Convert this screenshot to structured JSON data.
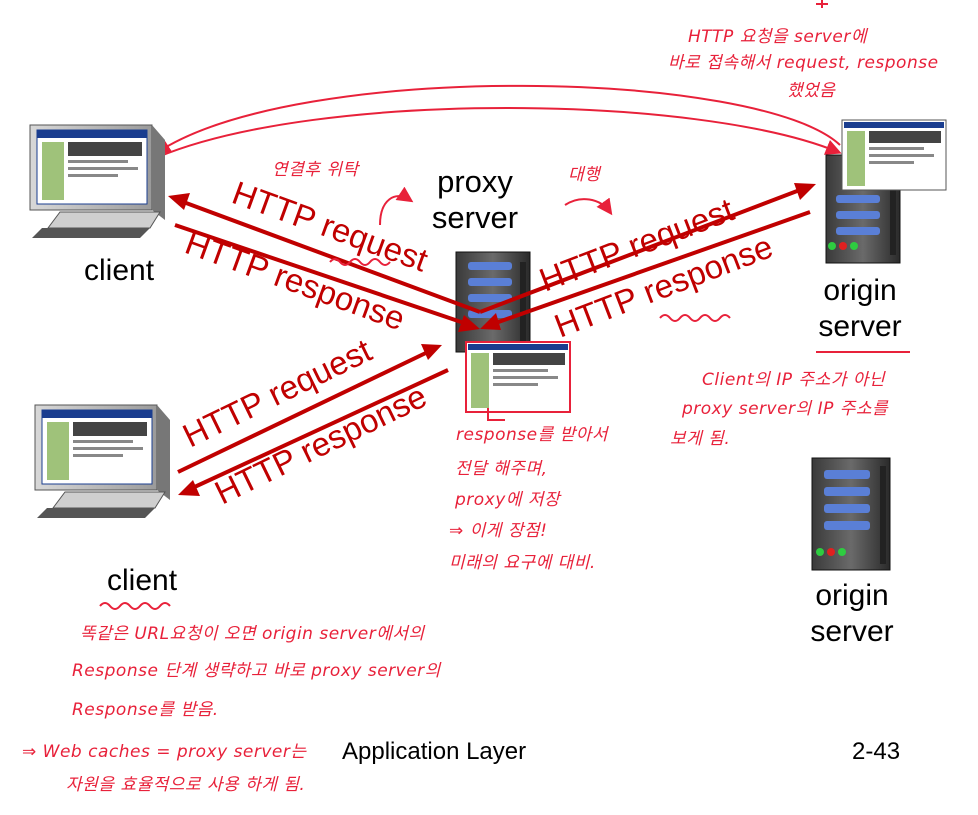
{
  "nodes": {
    "proxy_label_1": "proxy",
    "proxy_label_2": "server",
    "client_top": "client",
    "client_bottom": "client",
    "origin_top_1": "origin",
    "origin_top_2": "server",
    "origin_bottom_1": "origin",
    "origin_bottom_2": "server"
  },
  "arrows": {
    "top_left_request": "HTTP request",
    "top_left_response": "HTTP response",
    "top_right_request": "HTTP request",
    "top_right_response": "HTTP response",
    "bottom_request": "HTTP request",
    "bottom_response": "HTTP response"
  },
  "annotations": {
    "top_note_1": "HTTP 요청을 server에",
    "top_note_2": "바로 접속해서 request, response",
    "top_note_3": "했었음",
    "delegate_left": "연결후 위탁",
    "delegate_right": "대행",
    "origin_note_1": "Client의 IP 주소가 아닌",
    "origin_note_2": "proxy server의 IP 주소를",
    "origin_note_3": "보게 됨.",
    "proxy_note_1": "response를 받아서",
    "proxy_note_2": "전달 해주며,",
    "proxy_note_3": "proxy에 저장",
    "proxy_note_4": "⇒ 이게 장점!",
    "proxy_note_5": "미래의 요구에 대비.",
    "bottom_note_1": "똑같은 URL요청이 오면  origin server에서의",
    "bottom_note_2": "Response 단계 생략하고  바로 proxy server의",
    "bottom_note_3": "Response를 받음.",
    "bottom_note_4": "⇒ Web caches = proxy server는",
    "bottom_note_5": "자원을 효율적으로 사용 하게 됨."
  },
  "footer": {
    "title": "Application Layer",
    "page": "2-43"
  },
  "colors": {
    "arrow": "#c00000",
    "handwriting": "#e8213a"
  },
  "icons": [
    "client-computer-icon",
    "server-tower-icon",
    "webpage-screenshot-icon"
  ]
}
